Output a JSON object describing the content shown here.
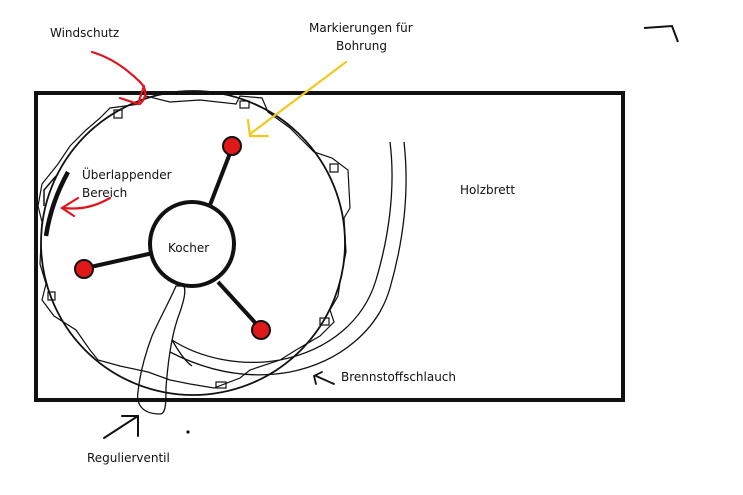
{
  "labels": {
    "windschutz": "Windschutz",
    "markierungen_line1": "Markierungen für",
    "markierungen_line2": "Bohrung",
    "ueberlappend_line1": "Überlappender",
    "ueberlappend_line2": "Bereich",
    "holzbrett": "Holzbrett",
    "kocher": "Kocher",
    "brennstoffschlauch": "Brennstoffschlauch",
    "regulierventil": "Regulierventil"
  },
  "colors": {
    "ink": "#111111",
    "marker": "#e01818",
    "arrow_red": "#e0141e",
    "arrow_yellow": "#f0c81e"
  }
}
